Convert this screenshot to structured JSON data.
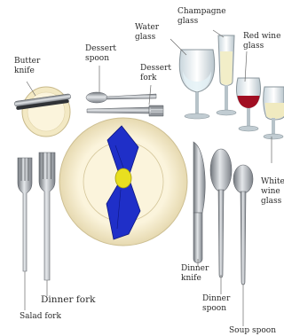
{
  "labels": {
    "butter_knife": [
      "Butter",
      "knife"
    ],
    "dessert_spoon": [
      "Dessert",
      "spoon"
    ],
    "dessert_fork": [
      "Dessert",
      "fork"
    ],
    "water_glass": [
      "Water",
      "glass"
    ],
    "champagne_glass": [
      "Champagne",
      "glass"
    ],
    "red_wine_glass": [
      "Red wine",
      "glass"
    ],
    "white_wine_glass": [
      "White",
      "wine",
      "glass"
    ],
    "dinner_fork": "Dinner fork",
    "salad_fork": "Salad fork",
    "dinner_knife": [
      "Dinner",
      "knife"
    ],
    "dinner_spoon": [
      "Dinner",
      "spoon"
    ],
    "soup_spoon": "Soup spoon"
  },
  "colors": {
    "napkin": "#1f2fc8",
    "napkin_ring": "#e8df20",
    "plate": "#fbf4dc",
    "red_wine": "#a10e22",
    "silverware": "#9ea3a8",
    "leader_line": "#6a6a6a"
  },
  "icons": [
    "butter-plate",
    "butter-knife",
    "dessert-spoon",
    "dessert-fork",
    "water-glass",
    "champagne-glass",
    "red-wine-glass",
    "white-wine-glass",
    "dinner-plate",
    "napkin",
    "salad-fork",
    "dinner-fork",
    "dinner-knife",
    "dinner-spoon",
    "soup-spoon"
  ]
}
